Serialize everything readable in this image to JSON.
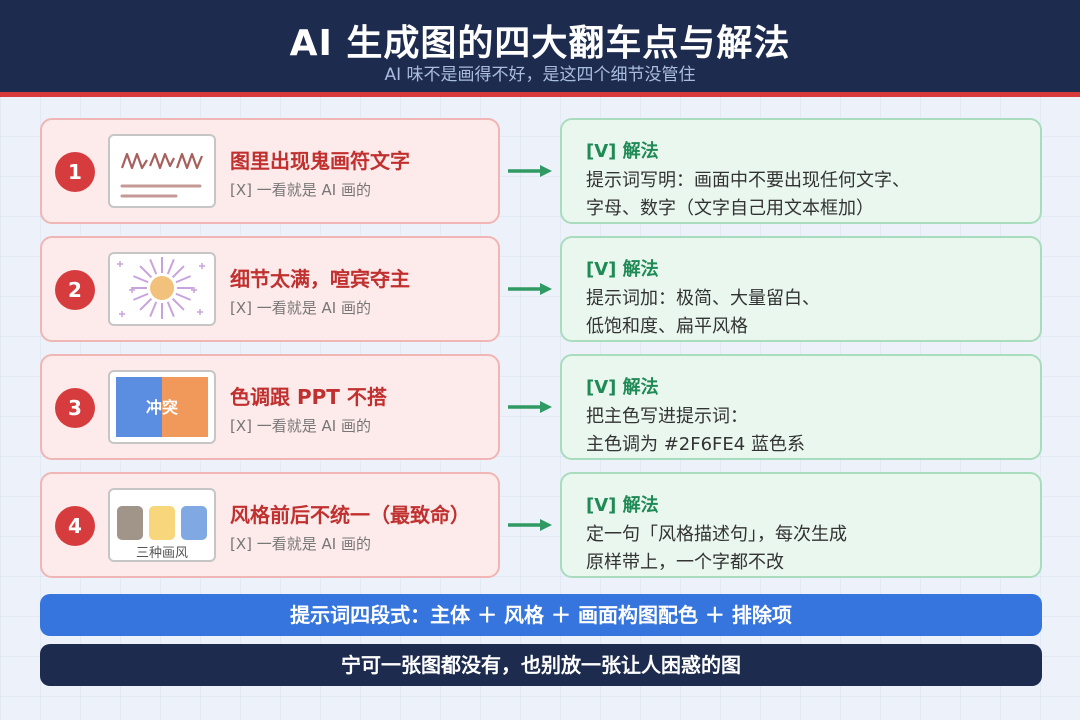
{
  "header": {
    "title": "AI 生成图的四大翻车点与解法",
    "subtitle": "AI 味不是画得不好，是这四个细节没管住"
  },
  "items": [
    {
      "number": "1",
      "title": "图里出现鬼画符文字",
      "subtitle": "[X] 一看就是 AI 画的",
      "thumb_icon": "scribble-text-icon",
      "solution_head": "[V] 解法",
      "solution_line1": "提示词写明：画面中不要出现任何文字、",
      "solution_line2": "字母、数字（文字自己用文本框加）"
    },
    {
      "number": "2",
      "title": "细节太满，喧宾夺主",
      "subtitle": "[X] 一看就是 AI 画的",
      "thumb_icon": "busy-burst-icon",
      "solution_head": "[V] 解法",
      "solution_line1": "提示词加：极简、大量留白、",
      "solution_line2": "低饱和度、扁平风格"
    },
    {
      "number": "3",
      "title": "色调跟 PPT 不搭",
      "subtitle": "[X] 一看就是 AI 画的",
      "thumb_icon": "color-clash-icon",
      "thumb_label": "冲突",
      "solution_head": "[V] 解法",
      "solution_line1": "把主色写进提示词：",
      "solution_line2": "主色调为 #2F6FE4 蓝色系"
    },
    {
      "number": "4",
      "title": "风格前后不统一（最致命）",
      "subtitle": "[X] 一看就是 AI 画的",
      "thumb_icon": "three-styles-icon",
      "thumb_label": "三种画风",
      "solution_head": "[V] 解法",
      "solution_line1": "定一句「风格描述句」，每次生成",
      "solution_line2": "原样带上，一个字都不改"
    }
  ],
  "formula": "提示词四段式：主体 ＋ 风格 ＋ 画面构图配色 ＋ 排除项",
  "motto": "宁可一张图都没有，也别放一张让人困惑的图",
  "colors": {
    "header_bg": "#1d2b4e",
    "accent_red": "#d63c3e",
    "solution_green": "#1f8a55",
    "formula_blue": "#3775de"
  }
}
